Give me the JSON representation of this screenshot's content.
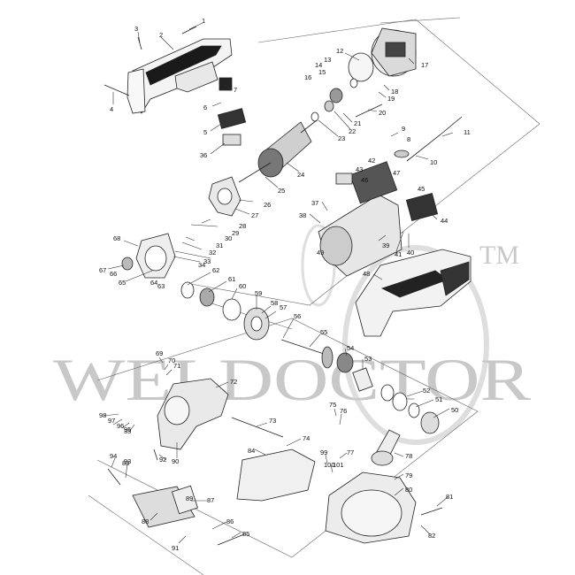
{
  "watermark": {
    "text": "WELDOCTOR",
    "tm": "TM"
  },
  "labels": [
    "1",
    "2",
    "3",
    "4",
    "5",
    "6",
    "7",
    "8",
    "9",
    "10",
    "11",
    "12",
    "13",
    "14",
    "15",
    "16",
    "17",
    "18",
    "19",
    "20",
    "21",
    "22",
    "23",
    "24",
    "25",
    "26",
    "27",
    "28",
    "29",
    "30",
    "31",
    "32",
    "33",
    "34",
    "35",
    "36",
    "37",
    "38",
    "39",
    "40",
    "41",
    "42",
    "43",
    "44",
    "45",
    "46",
    "47",
    "48",
    "49",
    "50",
    "51",
    "52",
    "53",
    "54",
    "55",
    "56",
    "57",
    "58",
    "59",
    "60",
    "61",
    "62",
    "63",
    "64",
    "65",
    "66",
    "67",
    "68",
    "69",
    "70",
    "71",
    "72",
    "73",
    "74",
    "75",
    "76",
    "77",
    "78",
    "79",
    "80",
    "81",
    "82",
    "83",
    "84",
    "85",
    "86",
    "87",
    "88",
    "89",
    "90",
    "91",
    "92",
    "93",
    "94",
    "95",
    "96",
    "97",
    "98",
    "99",
    "100",
    "101"
  ]
}
